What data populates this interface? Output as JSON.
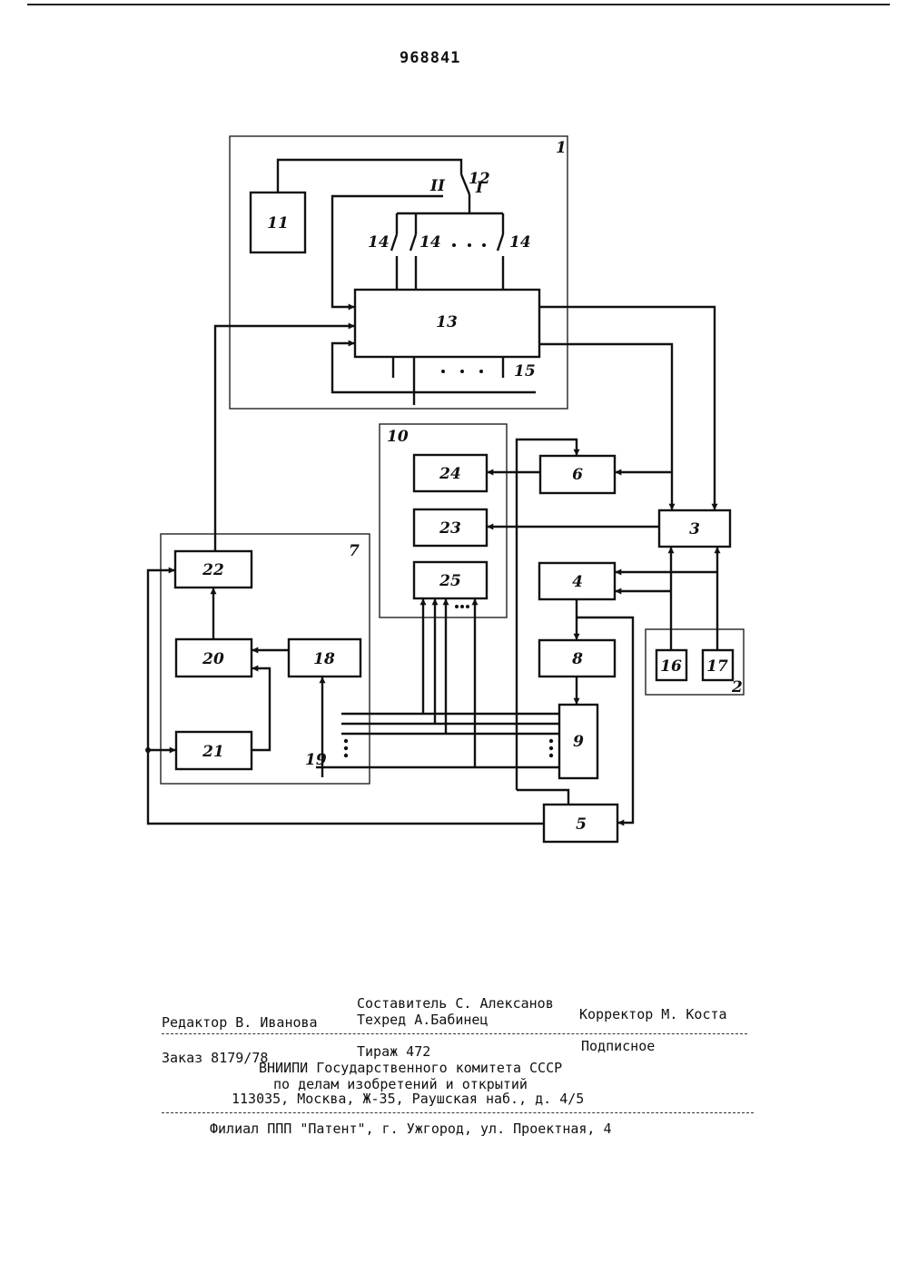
{
  "document": {
    "patent_number": "968841"
  },
  "diagram": {
    "groups": {
      "g1": "1",
      "g2": "2",
      "g7": "7",
      "g10": "10"
    },
    "blocks": {
      "b3": "3",
      "b4": "4",
      "b5": "5",
      "b6": "6",
      "b8": "8",
      "b9": "9",
      "b11": "11",
      "b13": "13",
      "b16": "16",
      "b17": "17",
      "b18": "18",
      "b20": "20",
      "b21": "21",
      "b22": "22",
      "b23": "23",
      "b24": "24",
      "b25": "25"
    },
    "element_labels": {
      "switch12": "12",
      "pos1": "I",
      "pos2": "II",
      "key14a": "14",
      "key14b": "14",
      "key14c": "14",
      "out15": "15",
      "bus19": "19"
    }
  },
  "imprint": {
    "compiler": "Составитель С. Алексанов",
    "editor": "Редактор В. Иванова",
    "techeditor": "Техред А.Бабинец",
    "corrector": "Корректор М. Коста",
    "order": "Заказ 8179/78",
    "circulation": "Тираж 472",
    "subscription": "Подписное",
    "org_line1": "ВНИИПИ Государственного комитета СССР",
    "org_line2": "по делам изобретений и открытий",
    "address": "113035, Москва, Ж-35, Раушская наб., д. 4/5",
    "branch": "Филиал ППП \"Патент\", г. Ужгород, ул. Проектная, 4"
  }
}
